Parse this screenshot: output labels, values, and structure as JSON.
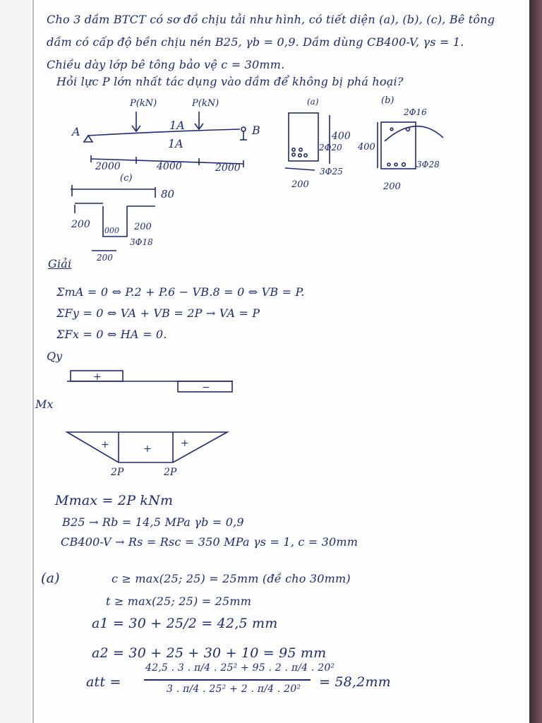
{
  "problem": {
    "line1": "Cho 3 dầm BTCT có sơ đồ chịu tải như hình, có tiết diện (a), (b), (c), Bê tông",
    "line2": "dầm có cấp độ bền chịu nén B25, γb = 0,9. Dầm dùng CB400-V, γs = 1.",
    "line3": "Chiều dày lớp bê tông bảo vệ c = 30mm.",
    "line4": "Hỏi lực P lớn nhất tác dụng vào dầm để không bị phá hoại?"
  },
  "beam": {
    "load1": "P(kN)",
    "load2": "P(kN)",
    "support_a": "A",
    "support_b": "B",
    "section_mark_top": "1A",
    "section_mark_bottom": "1A",
    "dims": [
      "2000",
      "4000",
      "2000"
    ]
  },
  "section_a": {
    "label": "(a)",
    "height": "400",
    "top_bars": "2Φ20",
    "bottom_bars": "3Φ25",
    "width": "200"
  },
  "section_b": {
    "label": "(b)",
    "top_bars": "2Φ16",
    "height": "400",
    "bottom_bars": "3Φ28",
    "width": "200"
  },
  "section_c": {
    "label": "(c)",
    "flange": "80",
    "left": "200",
    "right": "200",
    "bars": "3Φ18",
    "web": "200",
    "bar_dots": "000"
  },
  "solution": {
    "heading": "Giải",
    "eq1": "ΣmA = 0 ⇔ P.2 + P.6 − VB.8 = 0 ⇔ VB = P.",
    "eq2": "ΣFy = 0 ⇔ VA + VB = 2P → VA = P",
    "eq3": "ΣFx = 0 ⇔ HA = 0.",
    "qy_label": "Qy",
    "qy_pos": "+",
    "qy_neg": "−",
    "mx_label": "Mx",
    "mx_signs": [
      "+",
      "+",
      "+"
    ],
    "mx_values": [
      "2P",
      "2P"
    ],
    "mmax": "Mmax = 2P kNm",
    "b25": "B25 → Rb = 14,5 MPa   γb = 0,9",
    "cb400": "CB400-V → Rs = Rsc = 350 MPa  γs = 1, c = 30mm",
    "part_a": "(a)",
    "c_cond": "c ≥ max(25; 25) = 25mm (đề cho 30mm)",
    "t_cond": "t ≥ max(25; 25) = 25mm",
    "a1": "a1 = 30 + 25/2 = 42,5 mm",
    "a2": "a2 = 30 + 25 + 30 + 10 = 95 mm",
    "att_label": "att =",
    "att_num": "42,5 . 3 . π/4 . 25² + 95 . 2 . π/4 . 20²",
    "att_den": "3 . π/4 . 25² + 2 . π/4 . 20²",
    "att_result": "= 58,2mm"
  }
}
